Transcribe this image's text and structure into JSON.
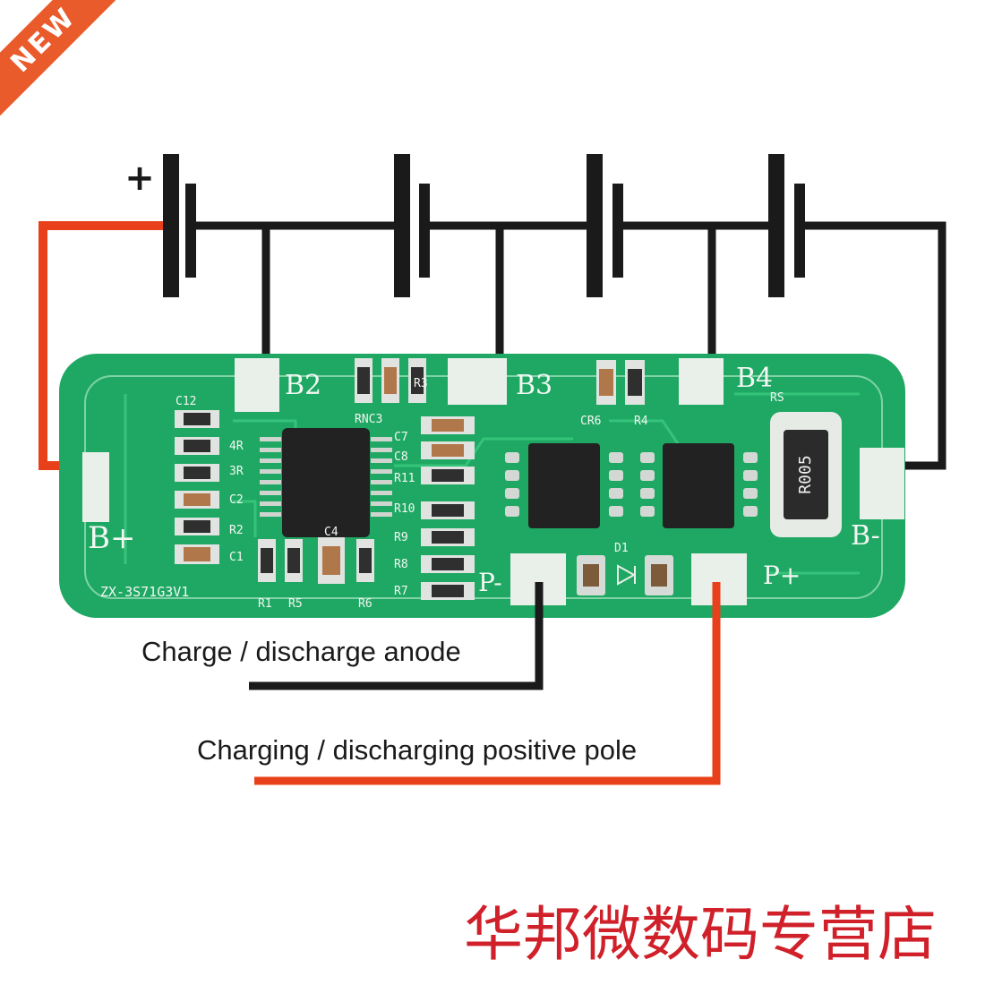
{
  "badge": {
    "text": "NEW",
    "color": "#ea5b2c"
  },
  "diagram": {
    "plus_sign": "+",
    "board": {
      "terminals": {
        "b_plus": "B+",
        "b2": "B2",
        "b3": "B3",
        "b4": "B4",
        "b_minus": "B-",
        "p_minus": "P-",
        "p_plus": "P+"
      },
      "silkscreen": {
        "c12": "C12",
        "r4_left": "4R",
        "r3_left": "3R",
        "c2": "C2",
        "r2": "R2",
        "c1": "C1",
        "r1": "R1",
        "r5": "R5",
        "r6": "R6",
        "c4": "C4",
        "rnc3": "RNC3",
        "r3": "R3",
        "c7": "C7",
        "c8": "C8",
        "r11": "R11",
        "r10": "R10",
        "r9": "R9",
        "r8": "R8",
        "r7": "R7",
        "cr6": "CR6",
        "r4": "R4",
        "rs": "RS",
        "d1": "D1",
        "part_no": "ZX-3S71G3V1",
        "shunt_marking": "R005"
      }
    },
    "labels": {
      "anode": "Charge / discharge anode",
      "positive": "Charging / discharging positive pole"
    },
    "wire_colors": {
      "black": "#1a1a1a",
      "red": "#e8401a"
    },
    "board_color": "#1fa863"
  },
  "footer": {
    "shop_name": "华邦微数码专营店",
    "color": "#d0202a"
  }
}
